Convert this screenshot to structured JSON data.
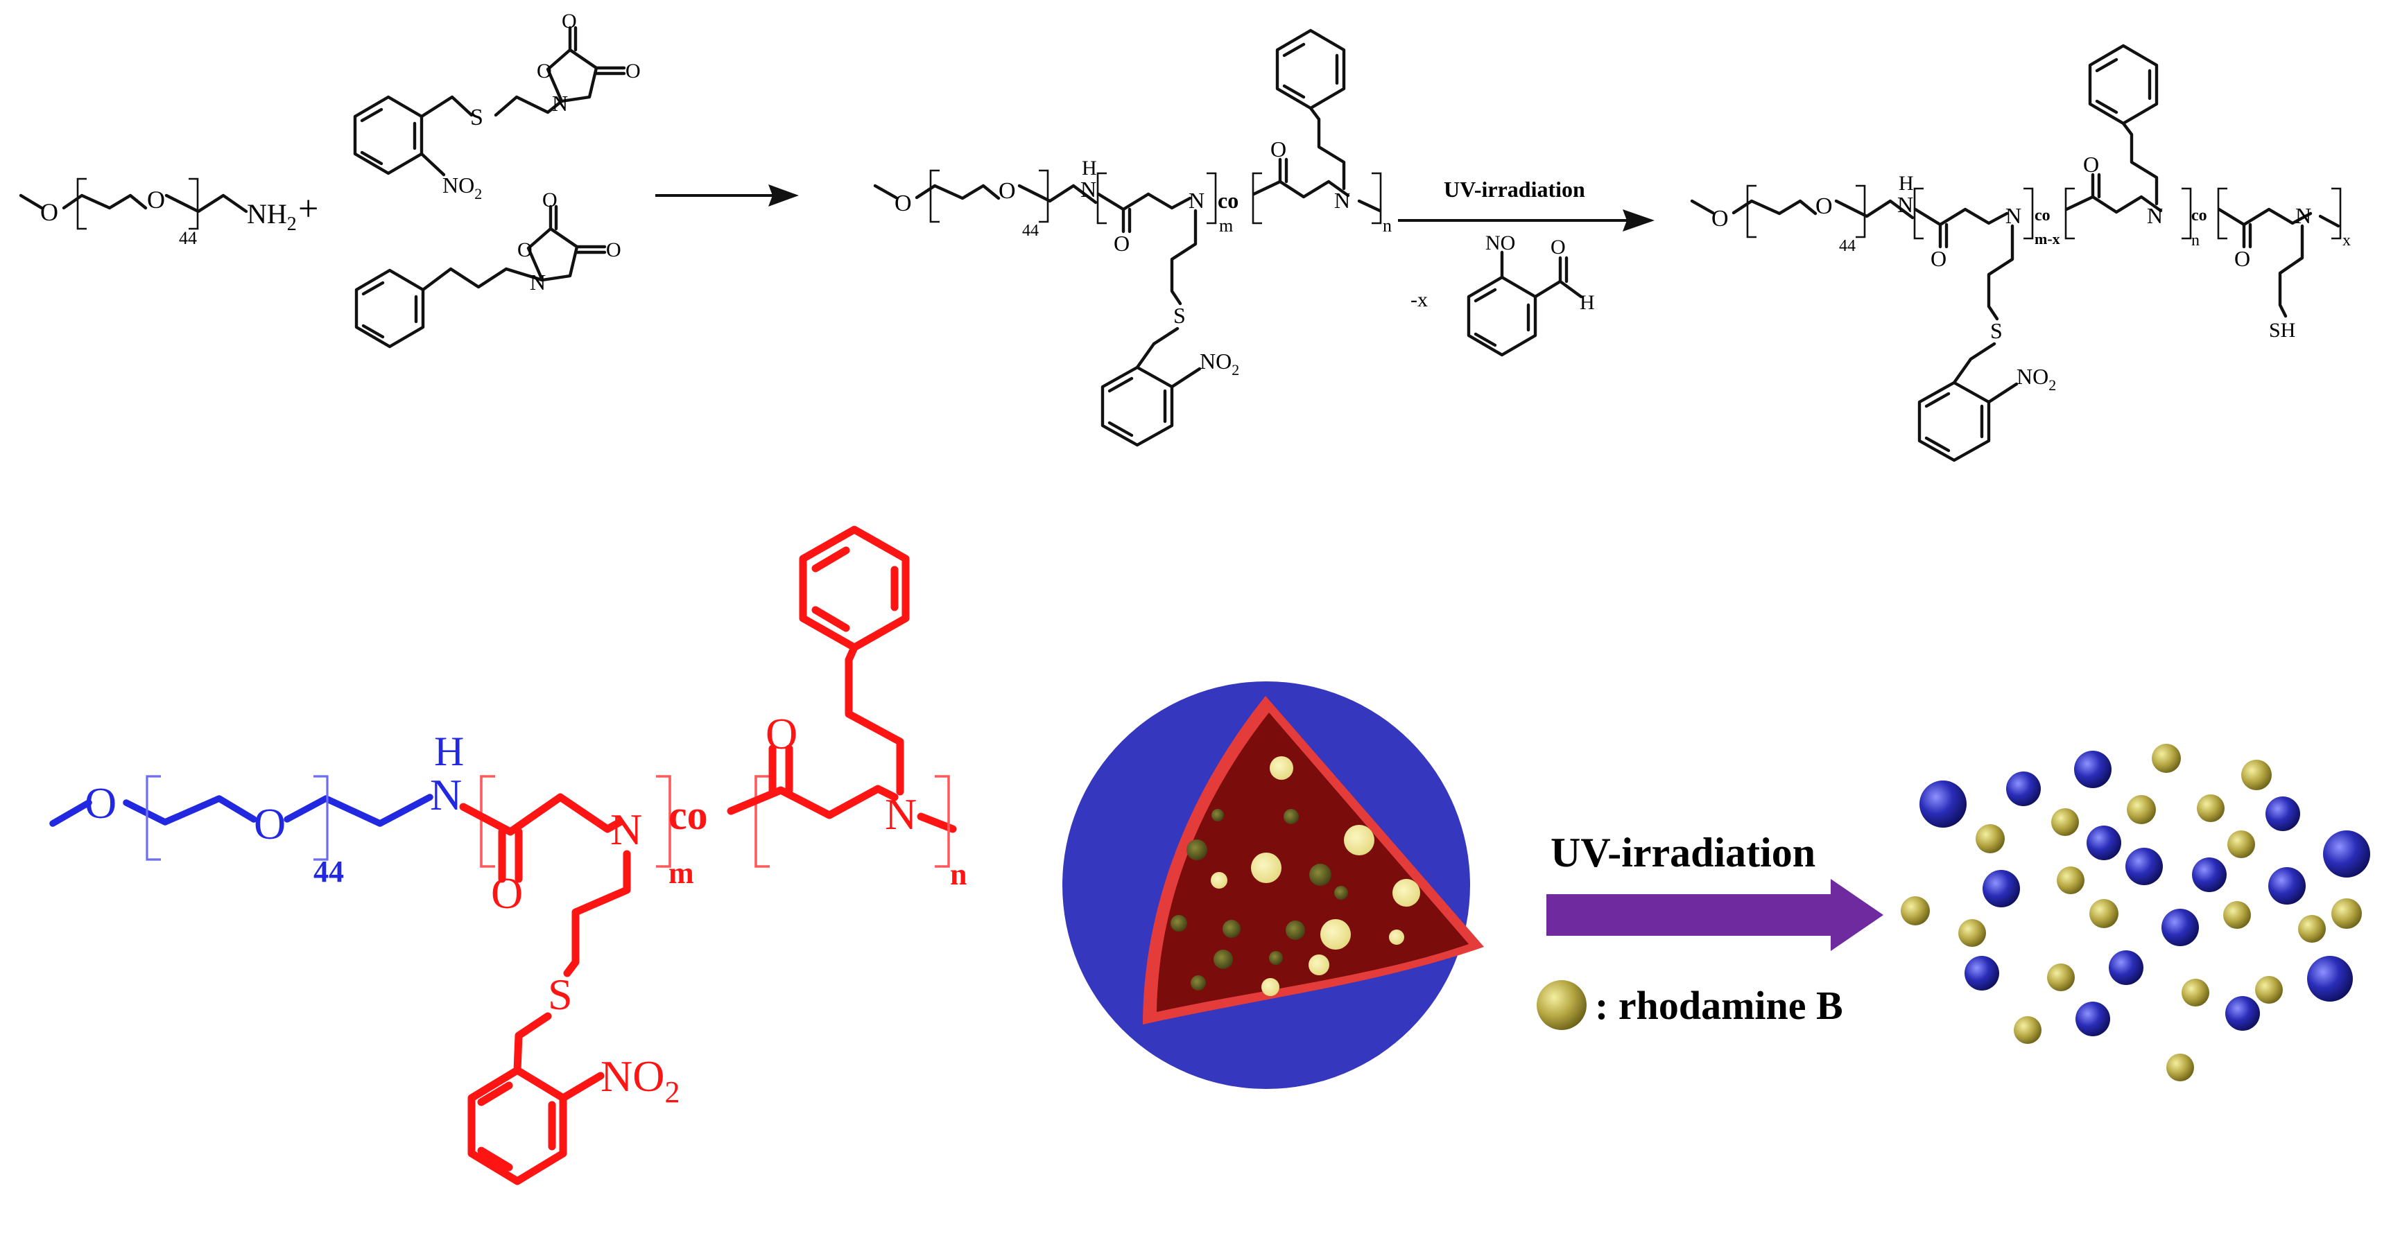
{
  "colors": {
    "ink": "#111111",
    "peg_blue": "#2128e0",
    "block_red": "#ff1414",
    "shell_blue": "#3537bf",
    "core_red": "#7a0c0c",
    "core_rim": "#e43b3b",
    "dye_yellow": "#f0e68c",
    "dye_dark": "#5c5a1e",
    "dye_olive": "#b5a642",
    "arrow_purple": "#6f2aa0"
  },
  "scheme": {
    "reactant1": {
      "o": "O",
      "o2": "O",
      "repeat": "44",
      "nh2": "NH",
      "nh2_sub": "2"
    },
    "plus": "+",
    "nca1": {
      "s": "S",
      "n": "N",
      "o_ring": "O",
      "o_top": "O",
      "o_right": "O",
      "no2": "NO",
      "no2_sub": "2"
    },
    "nca2": {
      "n": "N",
      "o_ring": "O",
      "o_top": "O",
      "o_right": "O"
    },
    "polymer1": {
      "o": "O",
      "o2": "O",
      "repeat": "44",
      "h": "H",
      "n_amide": "N",
      "o_carbonyl1": "O",
      "n1": "N",
      "m": "m",
      "co": "co",
      "o_carbonyl2": "O",
      "n2": "N",
      "n_sub": "n",
      "s": "S",
      "no2": "NO",
      "no2_sub": "2"
    },
    "uv_label": "UV-irradiation",
    "byproduct_coeff": "-x",
    "byproduct": {
      "no": "NO",
      "o": "O",
      "h": "H"
    },
    "polymer2": {
      "o": "O",
      "o2": "O",
      "repeat": "44",
      "h": "H",
      "n_amide": "N",
      "o_carbonyl1": "O",
      "n1": "N",
      "m_x": "m-x",
      "co1": "co",
      "o_carbonyl2": "O",
      "n2": "N",
      "n_sub": "n",
      "co2": "co",
      "o_carbonyl3": "O",
      "n3": "N",
      "x_sub": "x",
      "s": "S",
      "sh": "SH",
      "no2": "NO",
      "no2_sub": "2"
    }
  },
  "highlight": {
    "o1": "O",
    "o2": "O",
    "repeat": "44",
    "h": "H",
    "n_amide": "N",
    "o_carbonyl1": "O",
    "n1": "N",
    "m": "m",
    "co": "co",
    "o_carbonyl2": "O",
    "n2": "N",
    "n_sub": "n",
    "s": "S",
    "no2": "NO",
    "no2_sub": "2"
  },
  "micelle_process": {
    "uv_label": "UV-irradiation",
    "legend_label": ": rhodamine B"
  }
}
